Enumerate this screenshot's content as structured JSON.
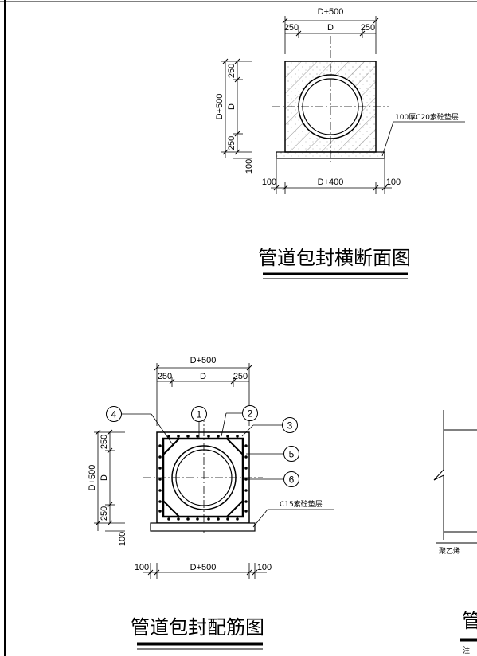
{
  "top_section": {
    "title": "管道包封横断面图",
    "dims": {
      "width_top": "D+500",
      "side_left": "250",
      "middle": "D",
      "side_right": "250",
      "height_total": "D+500",
      "height_top": "250",
      "height_mid": "D",
      "height_bottom": "250",
      "base_thickness": "100",
      "base_left": "100",
      "base_width": "D+400",
      "base_right": "100"
    },
    "note": "100厚C20素砼垫层"
  },
  "bottom_section": {
    "title": "管道包封配筋图",
    "dims": {
      "width_top": "D+500",
      "side_left": "250",
      "middle": "D",
      "side_right": "250",
      "height_total": "D+500",
      "height_top": "250",
      "height_mid": "D",
      "height_bottom": "250",
      "base_thickness": "100",
      "base_left": "100",
      "base_width": "D+500",
      "base_right": "100"
    },
    "note": "C15素砼垫层",
    "callouts": [
      "1",
      "2",
      "3",
      "4",
      "5",
      "6"
    ]
  },
  "right_fragment": {
    "label": "聚乙烯",
    "title_char": "管",
    "note_start": "注:"
  }
}
